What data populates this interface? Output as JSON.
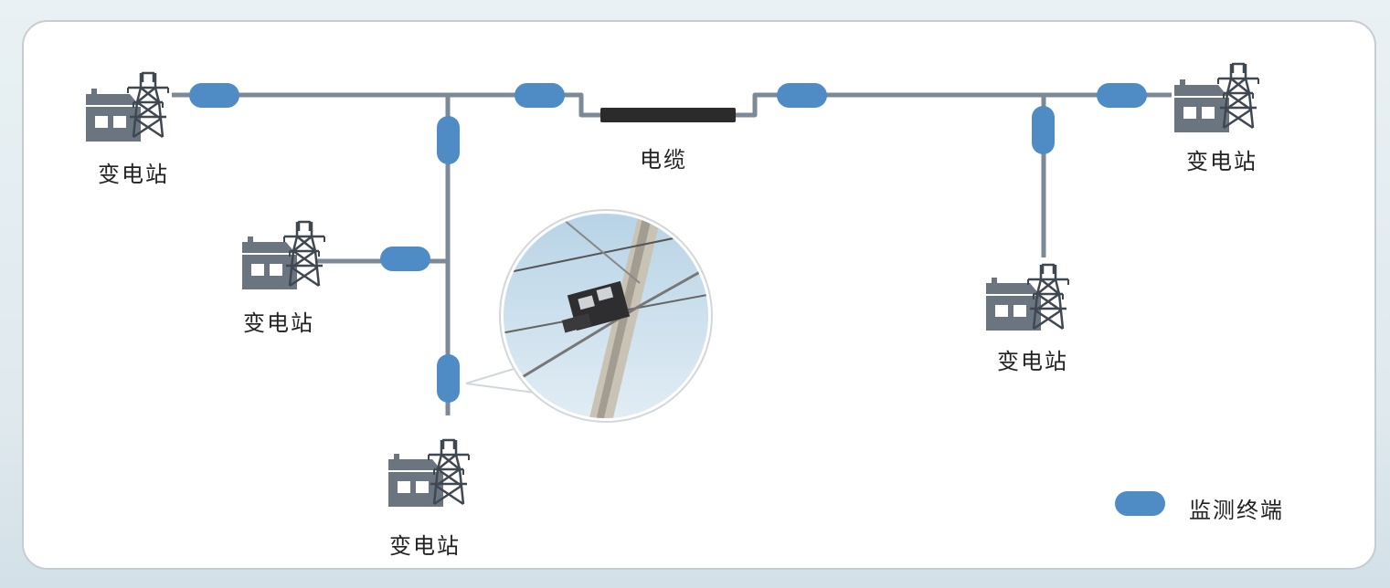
{
  "substation_label": "变电站",
  "cable_label": "电缆",
  "legend": {
    "label": "监测终端"
  },
  "colors": {
    "line": "#7c8a98",
    "terminal": "#4f8cc6",
    "cable": "#2b2b2b",
    "building": "#6b7580",
    "tower": "#3f4851"
  },
  "icons": [
    "substation-icon",
    "power-tower-icon",
    "monitoring-terminal-icon",
    "cable-icon",
    "device-photo"
  ]
}
